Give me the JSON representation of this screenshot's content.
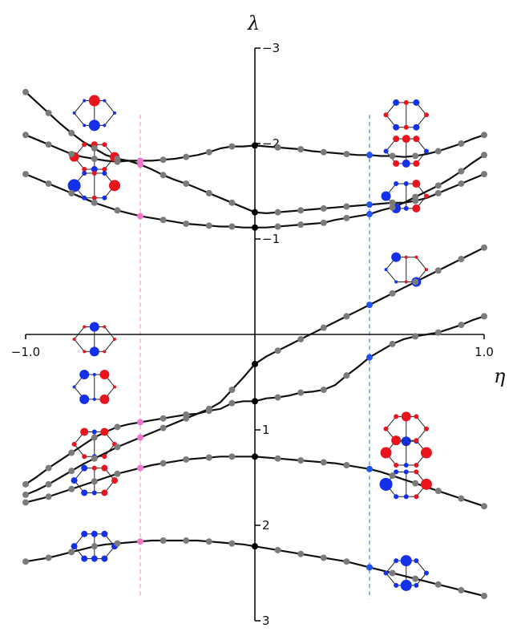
{
  "chart_data": {
    "type": "line",
    "xlabel": "η",
    "ylabel": "λ",
    "xlim": [
      -1.0,
      1.0
    ],
    "ylim": [
      -3,
      3
    ],
    "y_axis_inverted": true,
    "x_ticks": [
      "−1.0",
      "1.0"
    ],
    "y_ticks": [
      "−3",
      "−2",
      "−1",
      "1",
      "2",
      "3"
    ],
    "y_tick_values": [
      -3,
      -2,
      -1,
      1,
      2,
      3
    ],
    "marked_x": [
      -1.0,
      -0.95,
      -0.9,
      -0.85,
      -0.8,
      -0.75,
      -0.7,
      -0.65,
      -0.6,
      -0.55,
      -0.5,
      -0.45,
      -0.4,
      -0.35,
      -0.3,
      -0.25,
      -0.2,
      -0.15,
      -0.1,
      -0.05,
      0.0,
      0.05,
      0.1,
      0.15,
      0.2,
      0.25,
      0.3,
      0.35,
      0.4,
      0.45,
      0.5,
      0.55,
      0.6,
      0.65,
      0.7,
      0.75,
      0.8,
      0.85,
      0.9,
      0.95,
      1.0
    ],
    "dashed_lines": [
      {
        "x": -0.5,
        "color": "#f7a8d8"
      },
      {
        "x": 0.5,
        "color": "#6a8ff0"
      }
    ],
    "series": [
      {
        "values": [
          -2.54,
          -2.43,
          -2.32,
          -2.21,
          -2.11,
          -2.02,
          -1.95,
          -1.88,
          -1.84,
          -1.82,
          -1.78,
          -1.73,
          -1.67,
          -1.62,
          -1.58,
          -1.53,
          -1.48,
          -1.43,
          -1.38,
          -1.33,
          -1.28,
          -1.27,
          -1.28,
          -1.29,
          -1.3,
          -1.31,
          -1.32,
          -1.33,
          -1.34,
          -1.35,
          -1.36,
          -1.37,
          -1.38,
          -1.38,
          -1.4,
          -1.43,
          -1.48,
          -1.53,
          -1.58,
          -1.63,
          -1.68
        ]
      },
      {
        "values": [
          -2.09,
          -2.04,
          -1.99,
          -1.94,
          -1.89,
          -1.86,
          -1.84,
          -1.82,
          -1.81,
          -1.82,
          -1.82,
          -1.82,
          -1.83,
          -1.84,
          -1.86,
          -1.88,
          -1.91,
          -1.95,
          -1.97,
          -1.97,
          -1.98,
          -1.97,
          -1.96,
          -1.95,
          -1.94,
          -1.92,
          -1.91,
          -1.9,
          -1.89,
          -1.88,
          -1.88,
          -1.87,
          -1.87,
          -1.86,
          -1.87,
          -1.89,
          -1.92,
          -1.96,
          -2.0,
          -2.05,
          -2.09
        ]
      },
      {
        "values": [
          -1.68,
          -1.63,
          -1.58,
          -1.53,
          -1.48,
          -1.43,
          -1.38,
          -1.34,
          -1.3,
          -1.27,
          -1.24,
          -1.22,
          -1.2,
          -1.18,
          -1.16,
          -1.15,
          -1.14,
          -1.13,
          -1.13,
          -1.12,
          -1.12,
          -1.12,
          -1.13,
          -1.14,
          -1.15,
          -1.16,
          -1.17,
          -1.2,
          -1.22,
          -1.24,
          -1.26,
          -1.3,
          -1.33,
          -1.38,
          -1.44,
          -1.5,
          -1.56,
          -1.63,
          -1.71,
          -1.8,
          -1.88
        ]
      },
      {
        "values": [
          1.68,
          1.63,
          1.57,
          1.5,
          1.43,
          1.36,
          1.3,
          1.24,
          1.18,
          1.13,
          1.08,
          1.03,
          0.98,
          0.93,
          0.88,
          0.83,
          0.78,
          0.71,
          0.58,
          0.45,
          0.31,
          0.23,
          0.17,
          0.11,
          0.05,
          -0.01,
          -0.07,
          -0.13,
          -0.19,
          -0.25,
          -0.31,
          -0.37,
          -0.43,
          -0.49,
          -0.55,
          -0.61,
          -0.67,
          -0.73,
          -0.79,
          -0.85,
          -0.91
        ]
      },
      {
        "values": [
          1.57,
          1.49,
          1.4,
          1.32,
          1.24,
          1.16,
          1.08,
          1.02,
          0.97,
          0.94,
          0.92,
          0.9,
          0.88,
          0.86,
          0.84,
          0.83,
          0.8,
          0.78,
          0.72,
          0.7,
          0.7,
          0.67,
          0.66,
          0.64,
          0.61,
          0.6,
          0.58,
          0.53,
          0.43,
          0.34,
          0.24,
          0.17,
          0.1,
          0.05,
          0.02,
          0.0,
          -0.02,
          -0.06,
          -0.1,
          -0.15,
          -0.19
        ]
      },
      {
        "values": [
          1.76,
          1.73,
          1.7,
          1.66,
          1.62,
          1.58,
          1.54,
          1.5,
          1.46,
          1.43,
          1.4,
          1.37,
          1.35,
          1.33,
          1.31,
          1.3,
          1.29,
          1.28,
          1.28,
          1.28,
          1.28,
          1.29,
          1.3,
          1.31,
          1.32,
          1.33,
          1.34,
          1.35,
          1.37,
          1.39,
          1.41,
          1.44,
          1.48,
          1.52,
          1.56,
          1.6,
          1.64,
          1.68,
          1.72,
          1.76,
          1.8
        ]
      },
      {
        "values": [
          2.38,
          2.36,
          2.34,
          2.31,
          2.28,
          2.25,
          2.22,
          2.2,
          2.19,
          2.18,
          2.17,
          2.16,
          2.16,
          2.16,
          2.16,
          2.16,
          2.17,
          2.18,
          2.19,
          2.2,
          2.22,
          2.24,
          2.26,
          2.28,
          2.3,
          2.32,
          2.34,
          2.36,
          2.38,
          2.41,
          2.44,
          2.47,
          2.5,
          2.53,
          2.56,
          2.59,
          2.62,
          2.65,
          2.68,
          2.71,
          2.74
        ]
      }
    ],
    "orbital_insets": [
      {
        "x": -0.7,
        "y": -2.32,
        "pattern": "A",
        "scale": 1.0
      },
      {
        "x": -0.7,
        "y": -1.86,
        "pattern": "B",
        "scale": 1.0
      },
      {
        "x": -0.7,
        "y": -1.56,
        "pattern": "C",
        "scale": 1.0
      },
      {
        "x": -0.7,
        "y": 0.05,
        "pattern": "D",
        "scale": 1.0
      },
      {
        "x": -0.7,
        "y": 0.55,
        "pattern": "E",
        "scale": 1.0
      },
      {
        "x": -0.7,
        "y": 1.15,
        "pattern": "F",
        "scale": 1.0
      },
      {
        "x": -0.7,
        "y": 1.53,
        "pattern": "G",
        "scale": 1.0
      },
      {
        "x": -0.7,
        "y": 2.22,
        "pattern": "H",
        "scale": 1.0
      },
      {
        "x": 0.66,
        "y": -2.3,
        "pattern": "I",
        "scale": 1.0
      },
      {
        "x": 0.66,
        "y": -1.92,
        "pattern": "J",
        "scale": 1.0
      },
      {
        "x": 0.66,
        "y": -1.45,
        "pattern": "K",
        "scale": 1.0
      },
      {
        "x": 0.66,
        "y": -0.68,
        "pattern": "L",
        "scale": 1.0
      },
      {
        "x": 0.66,
        "y": 0.99,
        "pattern": "M",
        "scale": 1.0
      },
      {
        "x": 0.66,
        "y": 1.24,
        "pattern": "N",
        "scale": 1.0
      },
      {
        "x": 0.66,
        "y": 1.57,
        "pattern": "O",
        "scale": 1.0
      },
      {
        "x": 0.66,
        "y": 2.5,
        "pattern": "P",
        "scale": 1.0
      }
    ],
    "colors": {
      "line": "#111111",
      "point": "#7b7b7b",
      "point_zero": "#000000",
      "point_left": "#ee77cc",
      "point_right": "#2255ee",
      "positive": "#e8141e",
      "negative": "#1430e8"
    }
  }
}
